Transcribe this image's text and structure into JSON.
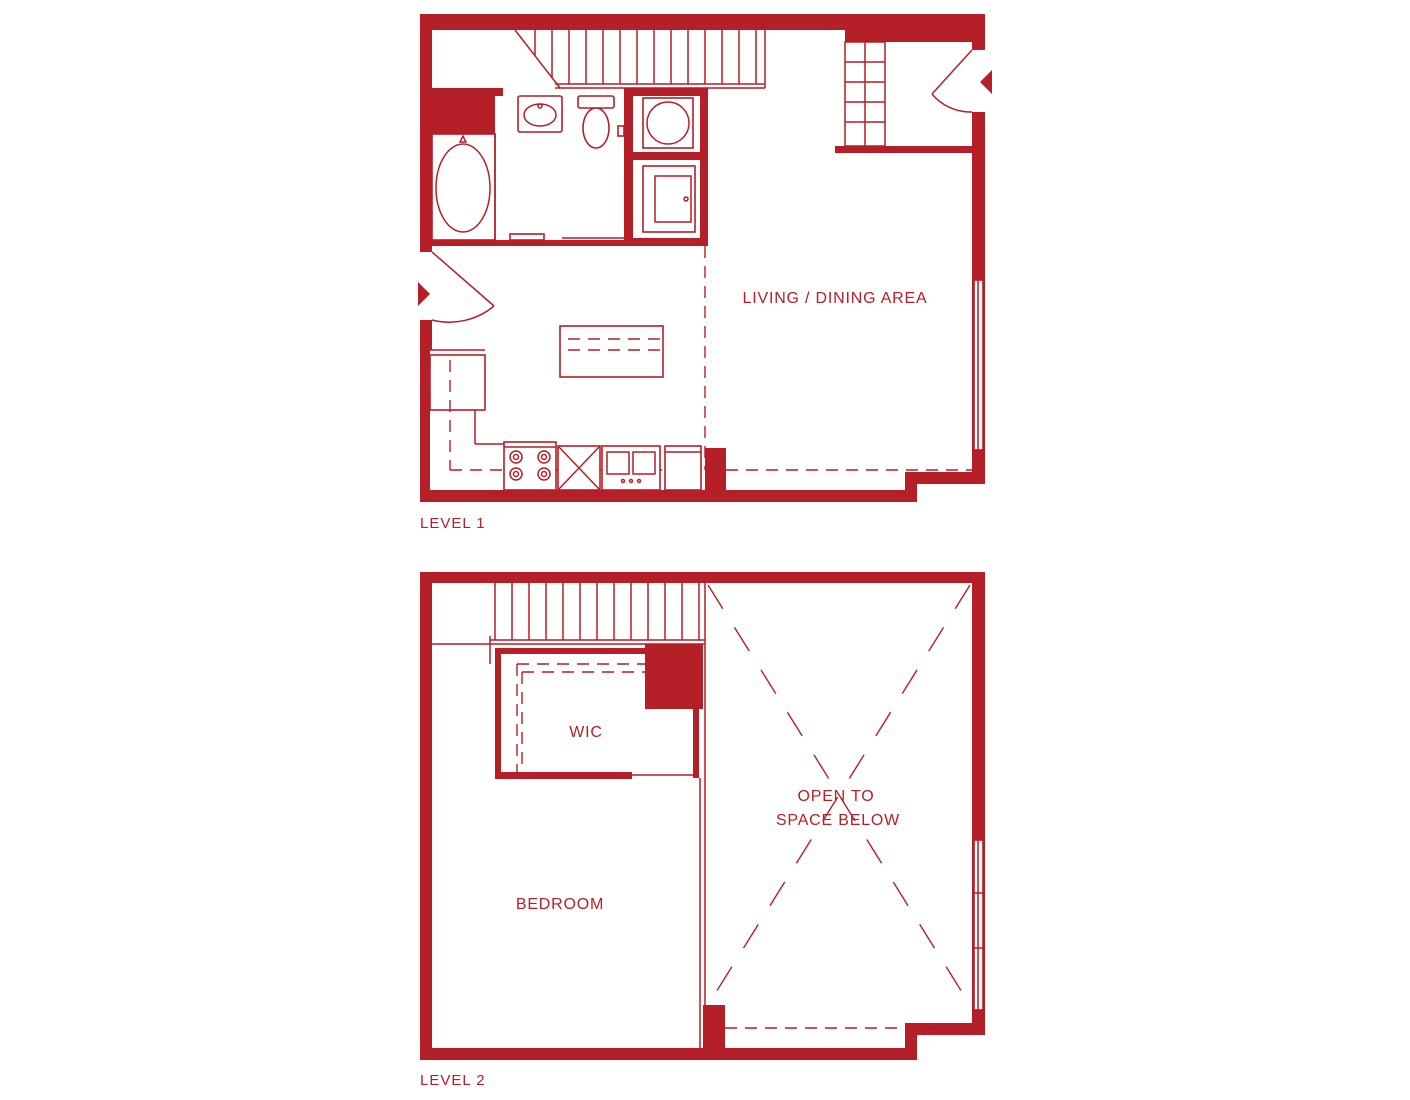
{
  "colors": {
    "wall": "#b41f28",
    "background": "#ffffff"
  },
  "level1": {
    "label": "LEVEL 1",
    "rooms": {
      "living_dining": "LIVING / DINING AREA"
    }
  },
  "level2": {
    "label": "LEVEL 2",
    "rooms": {
      "wic": "WIC",
      "open_line1": "OPEN TO",
      "open_line2": "SPACE BELOW",
      "bedroom": "BEDROOM"
    }
  },
  "icons": [
    "entry-arrow-icon",
    "door-swing-icon",
    "sink-icon",
    "toilet-icon",
    "bathtub-icon",
    "washer-icon",
    "dryer-icon",
    "stove-icon",
    "dishwasher-icon",
    "kitchen-sink-icon",
    "refrigerator-icon",
    "stair-icon"
  ]
}
